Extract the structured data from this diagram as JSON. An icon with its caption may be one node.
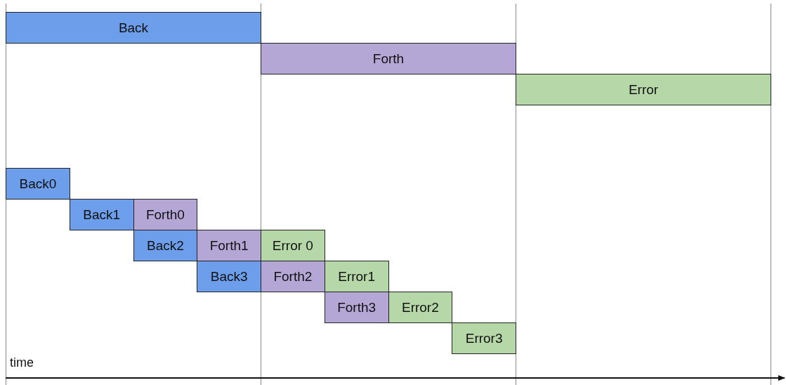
{
  "diagram": {
    "nodes": [
      {
        "text": [
          "Back"
        ]
      },
      {
        "text": [
          "Forth"
        ]
      },
      {
        "text": [
          "Error"
        ]
      },
      {
        "text": [
          "Back0"
        ]
      },
      {
        "text": [
          "Back1"
        ]
      },
      {
        "text": [
          "Forth0"
        ]
      },
      {
        "text": [
          "Back2"
        ]
      },
      {
        "text": [
          "Forth1"
        ]
      },
      {
        "text": [
          "Error 0"
        ]
      },
      {
        "text": [
          "Back3"
        ]
      },
      {
        "text": [
          "Forth2"
        ]
      },
      {
        "text": [
          "Error1"
        ]
      },
      {
        "text": [
          "Forth3"
        ]
      },
      {
        "text": [
          "Error2"
        ]
      },
      {
        "text": [
          "Error3"
        ]
      }
    ],
    "edges": [],
    "labels": [
      "time"
    ]
  }
}
